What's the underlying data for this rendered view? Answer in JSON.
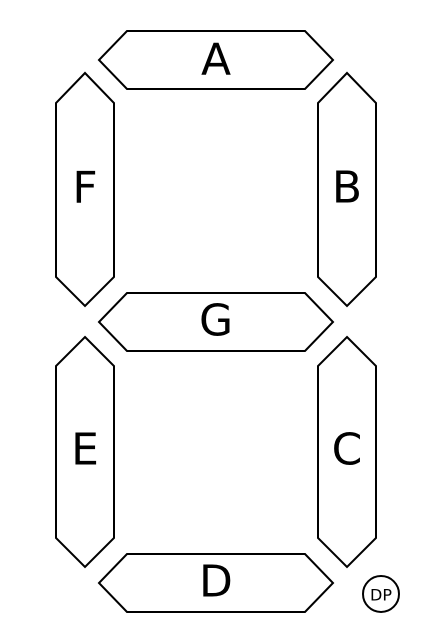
{
  "segments": {
    "a": {
      "label": "A"
    },
    "b": {
      "label": "B"
    },
    "c": {
      "label": "C"
    },
    "d": {
      "label": "D"
    },
    "e": {
      "label": "E"
    },
    "f": {
      "label": "F"
    },
    "g": {
      "label": "G"
    }
  },
  "decimal_point": {
    "label": "DP"
  },
  "colors": {
    "stroke": "#000000",
    "fill": "#ffffff",
    "background": "#ffffff"
  }
}
